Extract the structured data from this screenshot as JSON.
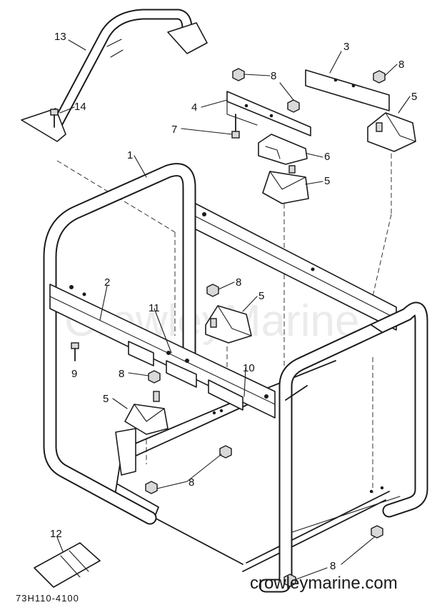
{
  "callouts": {
    "p1": "1",
    "p2": "2",
    "p3": "3",
    "p4": "4",
    "p5a": "5",
    "p5b": "5",
    "p5c": "5",
    "p5d": "5",
    "p6": "6",
    "p7": "7",
    "p8a": "8",
    "p8b": "8",
    "p8c": "8",
    "p8d": "8",
    "p8e": "8",
    "p8f": "8",
    "p9": "9",
    "p10": "10",
    "p11": "11",
    "p12": "12",
    "p13": "13",
    "p14": "14"
  },
  "watermark": "CrowleyMarine",
  "part_code": "73H110-4100",
  "site": "crowleymarine.com"
}
